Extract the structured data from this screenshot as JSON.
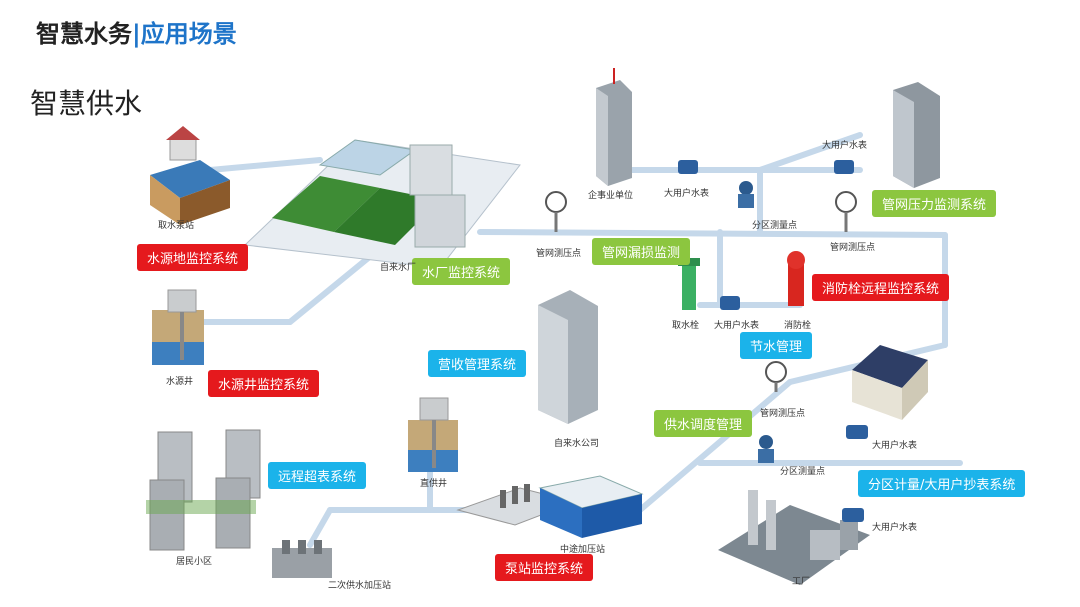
{
  "header": {
    "title": "智慧水务",
    "divider": "|",
    "subtitle": "应用场景"
  },
  "section_title": "智慧供水",
  "systems": {
    "water_source_monitor": "水源地监控系统",
    "water_plant_monitor": "水厂监控系统",
    "pipe_leak_monitor": "管网漏损监测",
    "pipe_pressure_monitor": "管网压力监测系统",
    "hydrant_remote_monitor": "消防栓远程监控系统",
    "water_saving": "节水管理",
    "revenue_mgmt": "营收管理系统",
    "well_monitor": "水源井监控系统",
    "remote_meter": "远程超表系统",
    "dispatch": "供水调度管理",
    "zone_metering": "分区计量/大用户抄表系统",
    "pump_station_monitor": "泵站监控系统"
  },
  "labels": {
    "intake_pump": "取水泵站",
    "water_plant": "自来水厂",
    "enterprise": "企事业单位",
    "big_user_meter_1": "大用户水表",
    "big_user_meter_2": "大用户水表",
    "zone_meter_point_1": "分区测量点",
    "pressure_point_1": "管网测压点",
    "pressure_point_2": "管网测压点",
    "intake_hydrant": "取水栓",
    "big_user_meter_3": "大用户水表",
    "fire_hydrant": "消防栓",
    "water_well": "水源井",
    "water_company": "自来水公司",
    "pressure_point_3": "管网测压点",
    "big_user_meter_4": "大用户水表",
    "zone_meter_point_2": "分区测量点",
    "direct_well": "直供井",
    "residential": "居民小区",
    "secondary_pump": "二次供水加压站",
    "booster_station": "中途加压站",
    "factory": "工厂",
    "big_user_meter_5": "大用户水表"
  },
  "colors": {
    "red_tag": "#e5191d",
    "green_tag": "#8cc63f",
    "blue_tag": "#1bb3ea",
    "pipe": "#c5d8ea",
    "header_accent": "#1e74c9"
  }
}
